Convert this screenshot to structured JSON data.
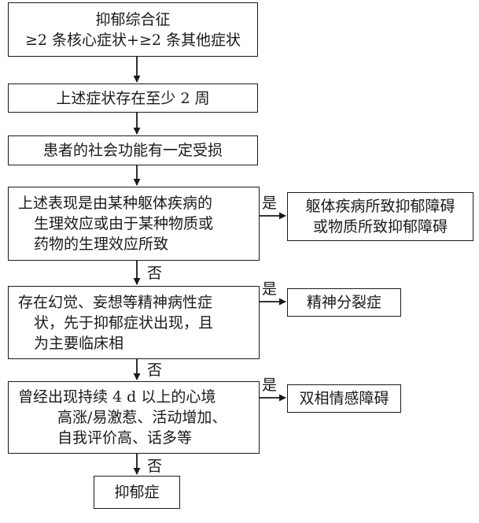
{
  "steps": {
    "s1": {
      "line1": "抑郁综合征",
      "line2": "≥2 条核心症状+≥2 条其他症状"
    },
    "s2": {
      "line1": "上述症状存在至少 2 周"
    },
    "s3": {
      "line1": "患者的社会功能有一定受损"
    },
    "s4": {
      "line1": "上述表现是由某种躯体疾病的",
      "line2": "生理效应或由于某种物质或",
      "line3": "药物的生理效应所致"
    },
    "s5": {
      "line1": "存在幻觉、妄想等精神病性症",
      "line2": "状，先于抑郁症状出现，且",
      "line3": "为主要临床相"
    },
    "s6": {
      "line1": "曾经出现持续 4 d 以上的心境",
      "line2": "高涨/易激惹、活动增加、",
      "line3": "自我评价高、话多等"
    },
    "s7": {
      "line1": "抑郁症"
    }
  },
  "outcomes": {
    "o1": {
      "line1": "躯体疾病所致抑郁障碍",
      "line2": "或物质所致抑郁障碍"
    },
    "o2": {
      "line1": "精神分裂症"
    },
    "o3": {
      "line1": "双相情感障碍"
    }
  },
  "labels": {
    "yes": "是",
    "no": "否"
  }
}
